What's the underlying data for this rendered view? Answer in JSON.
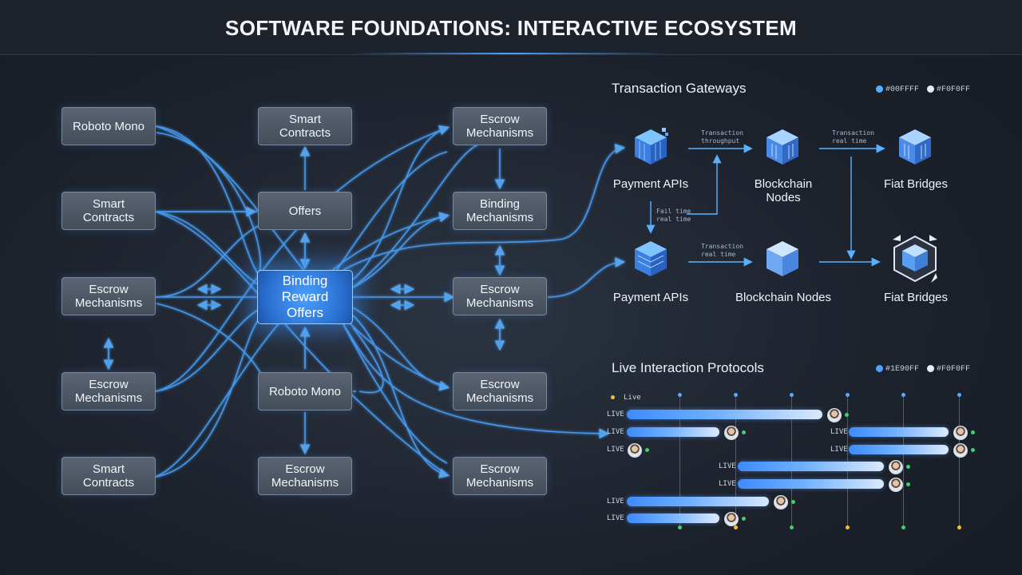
{
  "header": {
    "title": "SOFTWARE FOUNDATIONS: INTERACTIVE ECOSYSTEM"
  },
  "colors": {
    "accent": "#3d8bff",
    "wire": "#4aa3ff",
    "status_green": "#3fd16b",
    "marker_yellow": "#f2c230"
  },
  "ecosystem": {
    "left_nodes": [
      "Roboto Mono",
      "Smart\nContracts",
      "Escrow\nMechanisms",
      "Escrow\nMechanisms",
      "Smart\nContracts"
    ],
    "center_nodes": [
      "Smart\nContracts",
      "Offers",
      "Roboto Mono",
      "Escrow\nMechanisms"
    ],
    "hub": "Binding\nReward\nOffers",
    "right_nodes": [
      "Escrow\nMechanisms",
      "Binding\nMechanisms",
      "Escrow\nMechanisms",
      "Escrow\nMechanisms",
      "Escrow\nMechanisms"
    ]
  },
  "gateways": {
    "title": "Transaction Gateways",
    "legend": [
      "#00FFFF",
      "#F0F0FF"
    ],
    "legend_colors": [
      "#4ab4ff",
      "#e8ecf5"
    ],
    "row1": [
      "Payment APIs",
      "Blockchain\nNodes",
      "Fiat Bridges"
    ],
    "row2": [
      "Payment APIs",
      "Blockchain Nodes",
      "Fiat Bridges"
    ],
    "edge_labels": [
      "Transaction\nthroughput",
      "Transaction\nreal time",
      "Fail time\nreal time",
      "Transaction\nreal time"
    ]
  },
  "protocols": {
    "title": "Live Interaction Protocols",
    "legend": [
      "#1E90FF",
      "#F0F0FF"
    ],
    "legend_colors": [
      "#4aa3ff",
      "#e8ecf5"
    ],
    "axis_label": "Live",
    "rows": [
      {
        "label": "LIVE",
        "bars": [
          {
            "start": 0.0,
            "end": 0.59
          }
        ]
      },
      {
        "label": "LIVE",
        "bars": [
          {
            "start": 0.0,
            "end": 0.28
          }
        ],
        "right_label": "LIVE",
        "right_bars": [
          {
            "start": 0.0,
            "end": 0.3
          }
        ]
      },
      {
        "label": "LIVE",
        "bars": [],
        "right_label": "LIVE",
        "right_bars": [
          {
            "start": 0.0,
            "end": 0.3
          }
        ]
      },
      {
        "label": "LIVE",
        "bars": [
          {
            "start": 0.0,
            "end": 0.44
          }
        ]
      },
      {
        "label": "LIVE",
        "bars": [
          {
            "start": 0.0,
            "end": 0.44
          }
        ]
      },
      {
        "label": "LIVE",
        "bars": [
          {
            "start": 0.0,
            "end": 0.43
          }
        ]
      },
      {
        "label": "LIVE",
        "bars": [
          {
            "start": 0.0,
            "end": 0.28
          }
        ]
      }
    ]
  }
}
